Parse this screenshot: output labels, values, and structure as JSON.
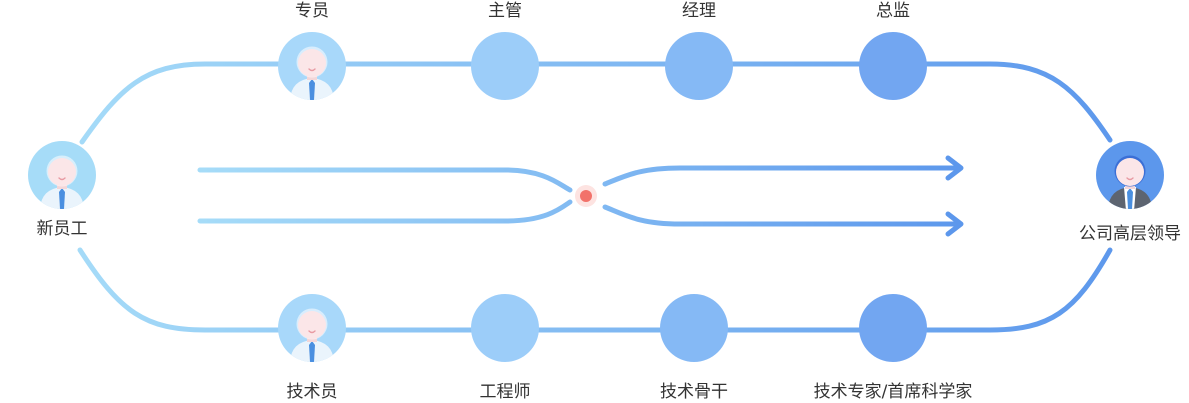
{
  "colors": {
    "path_start": "#a6dcf8",
    "path_end": "#5c97ec",
    "center_dot": "#f2726a",
    "text": "#333333"
  },
  "nodes": {
    "start": {
      "label": "新员工",
      "icon": "person-icon"
    },
    "end": {
      "label": "公司高层领导",
      "icon": "executive-icon"
    },
    "management": [
      {
        "label": "专员",
        "icon": "person-icon"
      },
      {
        "label": "主管",
        "icon": "person-icon"
      },
      {
        "label": "经理",
        "icon": "person-icon"
      },
      {
        "label": "总监",
        "icon": "person-icon"
      }
    ],
    "technical": [
      {
        "label": "技术员",
        "icon": "person-icon"
      },
      {
        "label": "工程师",
        "icon": "person-icon"
      },
      {
        "label": "技术骨干",
        "icon": "person-icon"
      },
      {
        "label": "技术专家/首席科学家",
        "icon": "person-icon"
      }
    ]
  }
}
